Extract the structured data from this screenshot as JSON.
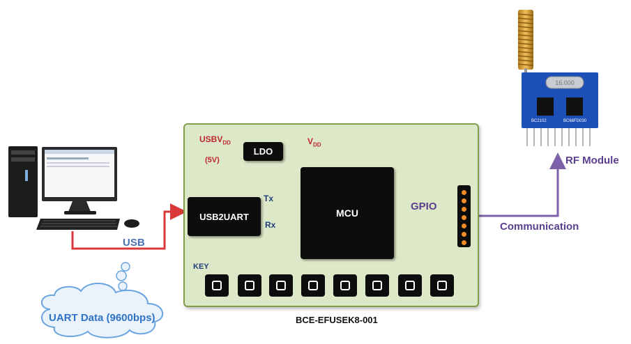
{
  "board": {
    "name": "BCE-EFUSEK8-001",
    "ldo_label": "LDO",
    "mcu_label": "MCU",
    "usb2uart_label": "USB2UART",
    "usbvdd_main": "USBV",
    "usbvdd_sub": "DD",
    "usbvdd_volt": "(5V)",
    "vdd_main": "V",
    "vdd_sub": "DD",
    "tx_label": "Tx",
    "rx_label": "Rx",
    "gpio_label": "GPIO",
    "key_label": "KEY",
    "key_count": 8
  },
  "links": {
    "usb_label": "USB",
    "communication_label": "Communication",
    "rf_module_label": "RF Module"
  },
  "cloud": {
    "label": "UART Data (9600bps)"
  },
  "rf_module": {
    "crystal_text": "16.000",
    "chip_text_1": "BC2102",
    "chip_text_2": "BC68FD030"
  },
  "colors": {
    "red_wire": "#d9383a",
    "blue_wire": "#4a7fc1",
    "purple_wire": "#7e62a8",
    "board_fill": "#dde8c8",
    "board_border": "#7f9f4a",
    "cloud_text": "#2f73c8"
  }
}
